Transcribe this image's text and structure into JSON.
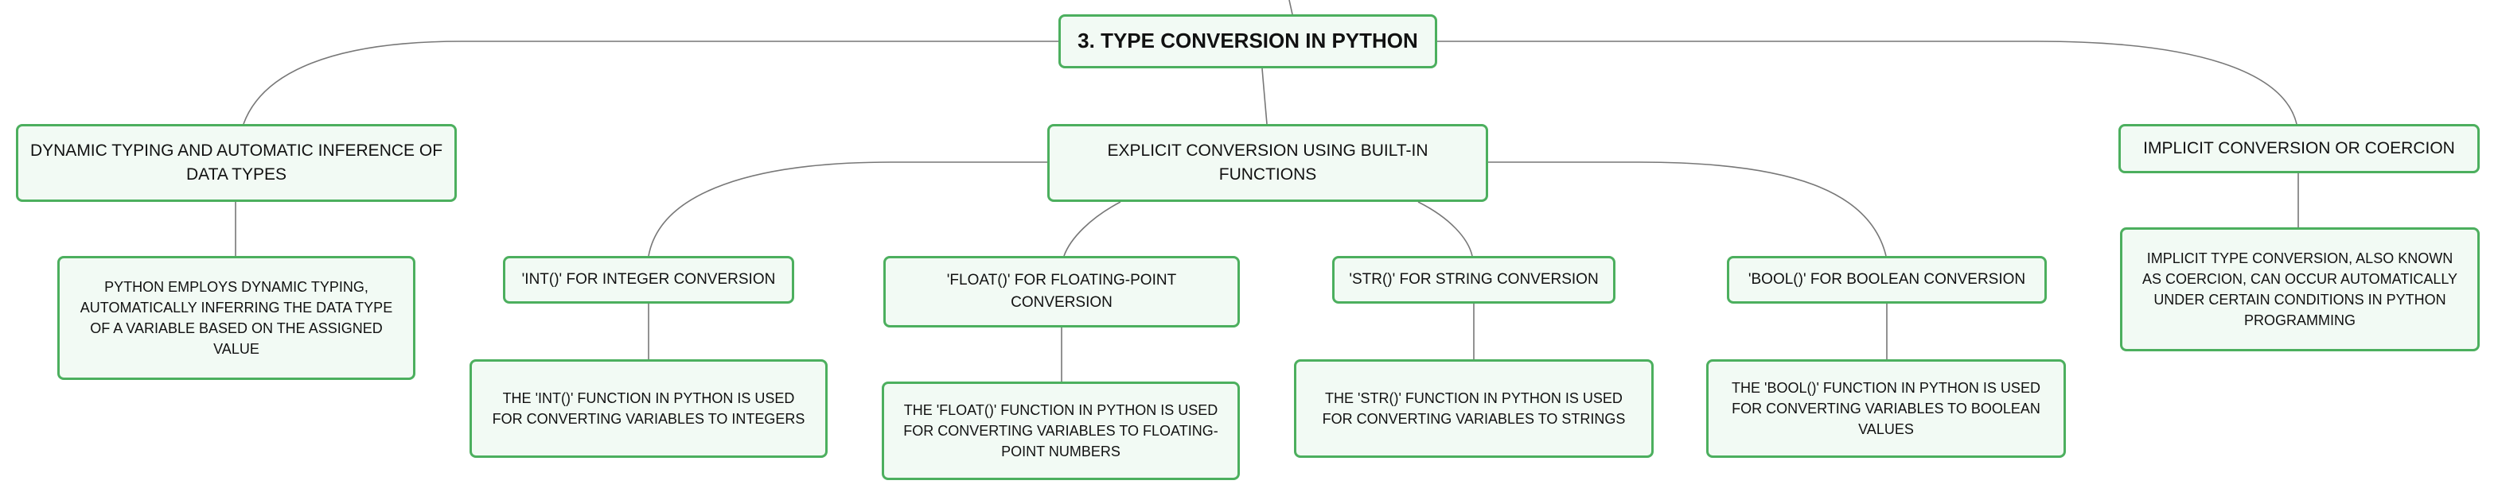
{
  "mindmap": {
    "root": "3. TYPE CONVERSION IN PYTHON",
    "branches": [
      {
        "label": "DYNAMIC TYPING AND AUTOMATIC INFERENCE OF DATA TYPES",
        "detail": "PYTHON EMPLOYS DYNAMIC TYPING, AUTOMATICALLY INFERRING THE DATA TYPE OF A VARIABLE BASED ON THE ASSIGNED VALUE"
      },
      {
        "label": "EXPLICIT CONVERSION USING BUILT-IN FUNCTIONS",
        "children": [
          {
            "label": "'INT()' FOR INTEGER CONVERSION",
            "detail": "THE 'INT()' FUNCTION IN PYTHON IS USED FOR CONVERTING VARIABLES TO INTEGERS"
          },
          {
            "label": "'FLOAT()' FOR FLOATING-POINT CONVERSION",
            "detail": "THE 'FLOAT()' FUNCTION IN PYTHON IS USED FOR CONVERTING VARIABLES TO FLOATING-POINT NUMBERS"
          },
          {
            "label": "'STR()' FOR STRING CONVERSION",
            "detail": "THE 'STR()' FUNCTION IN PYTHON IS USED FOR CONVERTING VARIABLES TO STRINGS"
          },
          {
            "label": "'BOOL()' FOR BOOLEAN CONVERSION",
            "detail": "THE 'BOOL()' FUNCTION IN PYTHON IS USED FOR CONVERTING VARIABLES TO BOOLEAN VALUES"
          }
        ]
      },
      {
        "label": "IMPLICIT CONVERSION OR COERCION",
        "detail": "IMPLICIT TYPE CONVERSION, ALSO KNOWN AS COERCION, CAN OCCUR AUTOMATICALLY UNDER CERTAIN CONDITIONS IN PYTHON PROGRAMMING"
      }
    ]
  },
  "colors": {
    "node_fill": "#f2faf4",
    "node_border": "#4caf5e",
    "connector": "#777777"
  }
}
